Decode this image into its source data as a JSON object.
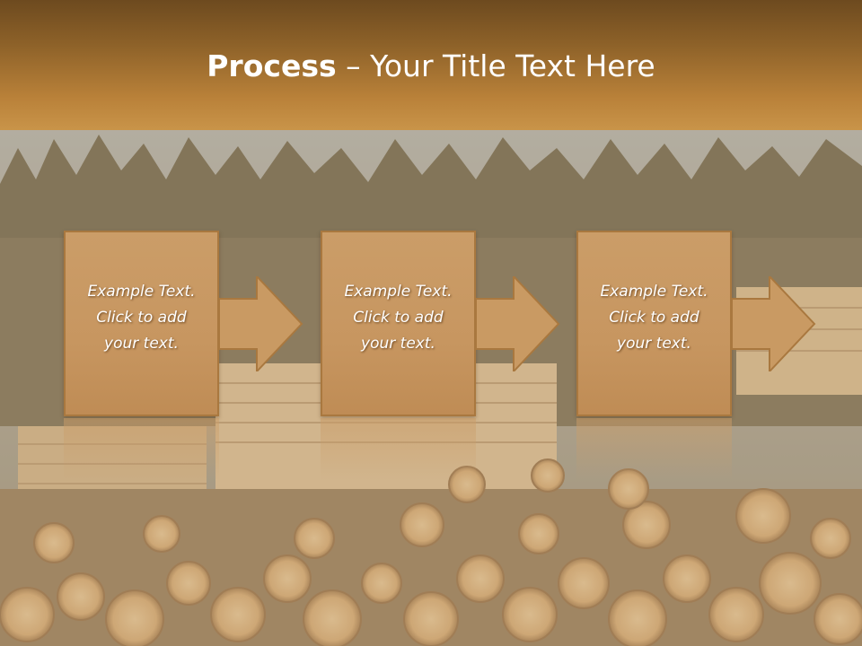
{
  "slide": {
    "title_bold": "Process",
    "title_rest": " – Your Title Text Here"
  },
  "steps": [
    {
      "text": "Example Text.\nClick  to add\nyour text."
    },
    {
      "text": "Example Text.\nClick  to add\nyour text."
    },
    {
      "text": "Example Text.\nClick  to add\nyour text."
    }
  ],
  "colors": {
    "header_dark": "#6d4a1f",
    "header_light": "#c99449",
    "box_fill": "#c79660",
    "box_border": "#a9783f",
    "text": "#ffffff"
  }
}
